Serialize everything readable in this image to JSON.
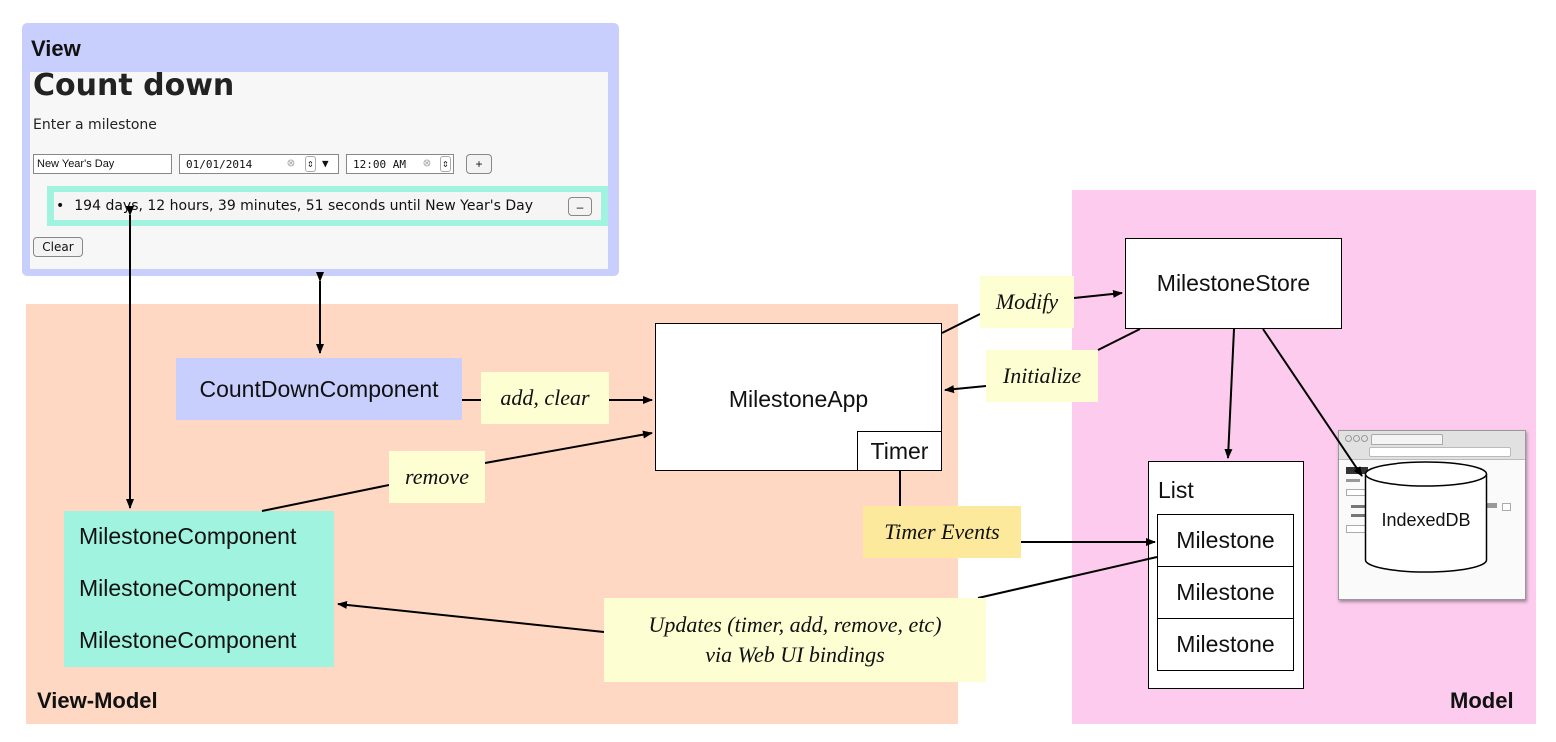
{
  "regions": {
    "view": "View",
    "view_model": "View-Model",
    "model": "Model"
  },
  "app": {
    "title": "Count down",
    "subtitle": "Enter a milestone",
    "name_value": "New Year's Day",
    "date_value": "01/01/2014",
    "time_value": "12:00 AM",
    "add_label": "+",
    "milestone_text": "194 days, 12 hours, 39 minutes, 51 seconds until New Year's Day",
    "remove_label": "–",
    "clear_label": "Clear"
  },
  "components": {
    "countdown": "CountDownComponent",
    "milestone": [
      "MilestoneComponent",
      "MilestoneComponent",
      "MilestoneComponent"
    ],
    "app": "MilestoneApp",
    "timer": "Timer",
    "store": "MilestoneStore",
    "list": "List",
    "milestones": [
      "Milestone",
      "Milestone",
      "Milestone"
    ],
    "db": "IndexedDB"
  },
  "labels": {
    "add_clear": "add, clear",
    "remove": "remove",
    "modify": "Modify",
    "initialize": "Initialize",
    "timer_events": "Timer Events",
    "updates_1": "Updates (timer, add, remove, etc)",
    "updates_2": "via Web UI bindings"
  },
  "colors": {
    "view": "#c8cffd",
    "view_model": "#fed8c2",
    "model": "#fccbed",
    "countdown_box": "#c8cffd",
    "milestone_box": "#a0f4df",
    "label_bg": "#fefed3",
    "timer_label_bg": "#fde99c"
  }
}
